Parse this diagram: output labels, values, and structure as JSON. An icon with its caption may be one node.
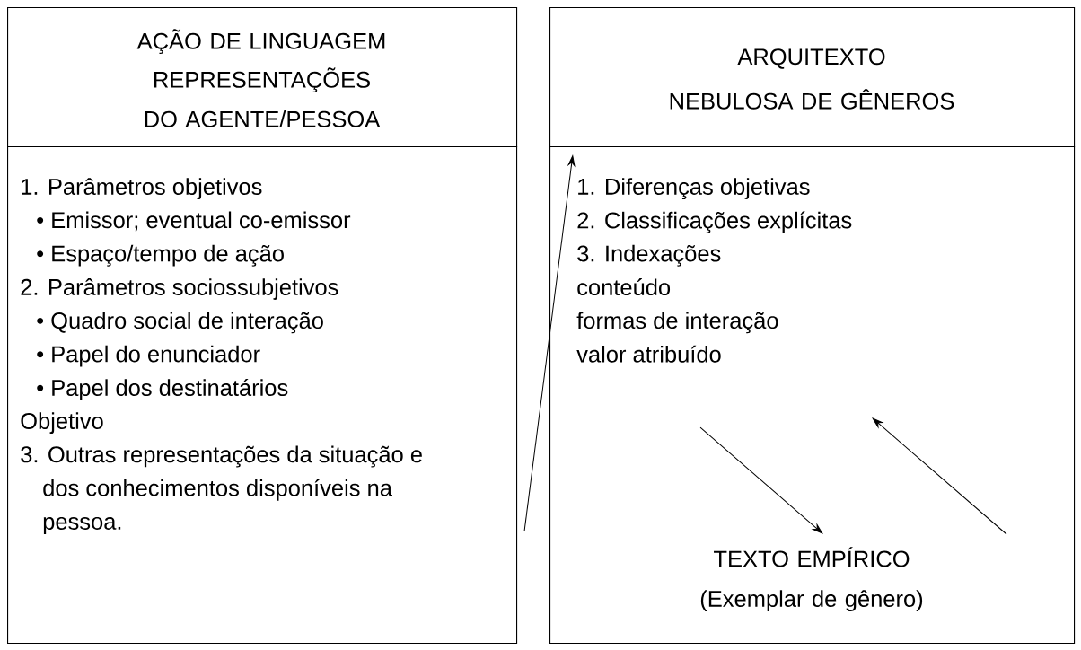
{
  "diagram": {
    "nodes": [
      {
        "text": [
          "AÇÃO DE LINGUAGEM",
          "REPRESENTAÇÕES DO AGENTE/PESSOA"
        ]
      },
      {
        "text": [
          "1. Parâmetros objetivos",
          "• Emissor; eventual co-emissor",
          "• Espaço/tempo de ação",
          "2. Parâmetros sociossubjetivos",
          "• Quadro social de interação",
          "• Papel do enunciador",
          "• Papel dos destinatários",
          "Objetivo",
          "3. Outras representações da situação e dos conhecimentos disponíveis na pessoa."
        ]
      },
      {
        "text": [
          "ARQUITEXTO",
          "NEBULOSA DE GÊNEROS"
        ]
      },
      {
        "text": [
          "1. Diferenças objetivas",
          "2. Classificações explícitas",
          "3. Indexações",
          "conteúdo",
          "formas de interação",
          "valor atribuído"
        ]
      },
      {
        "text": [
          "TEXTO EMPÍRICO",
          "(Exemplar de gênero)"
        ]
      }
    ],
    "edges": [
      {
        "from": 1,
        "to": 3,
        "arrow": "to"
      },
      {
        "from": 3,
        "to": 4,
        "arrow": "to"
      },
      {
        "from": 4,
        "to": 3,
        "arrow": "to"
      }
    ]
  }
}
